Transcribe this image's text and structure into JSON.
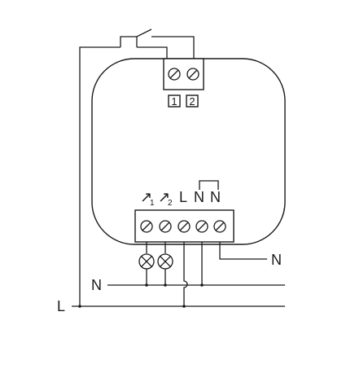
{
  "top_terminals": [
    "1",
    "2"
  ],
  "bottom_terminal_labels": {
    "s1": {
      "glyph": "↗",
      "sub": "1"
    },
    "s2": {
      "glyph": "↗",
      "sub": "2"
    },
    "l": "L",
    "n1": "N",
    "n2": "N"
  },
  "wire_labels": {
    "n_output": "N",
    "n_bus": "N",
    "l_bus": "L"
  }
}
